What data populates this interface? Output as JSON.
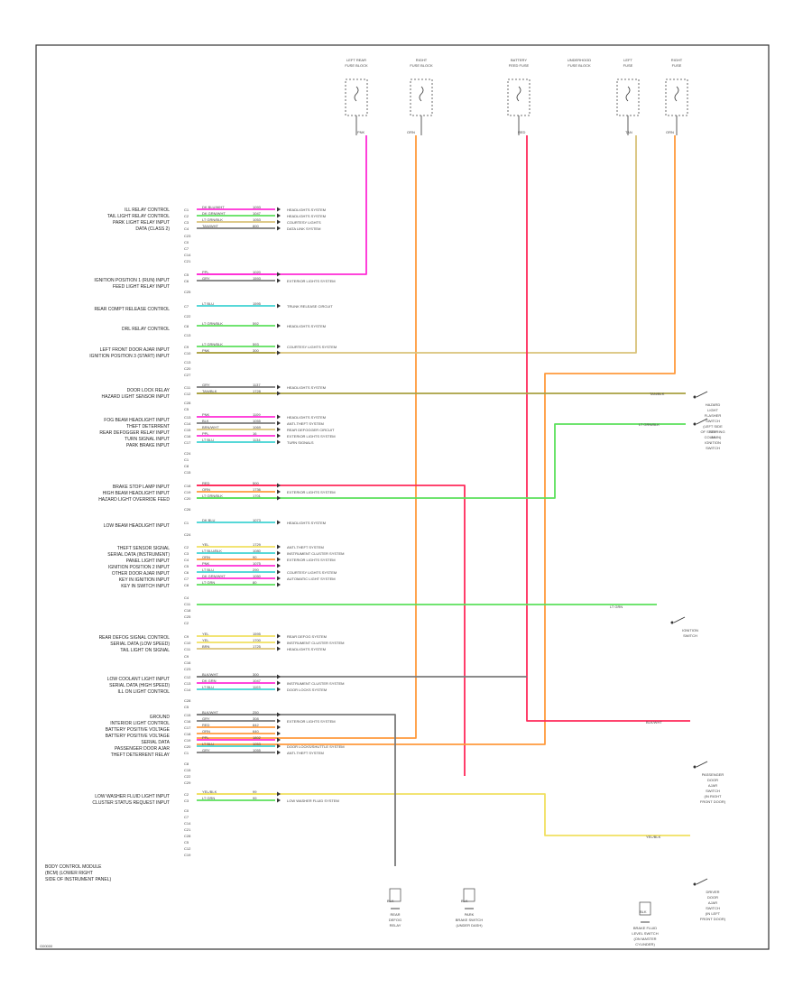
{
  "diagram": {
    "module_label": [
      "BODY CONTROL MODULE",
      "(BCM) (LOWER RIGHT",
      "SIDE OF INSTRUMENT PANEL)"
    ],
    "footer_code": "G00000",
    "colors": {
      "pink": "#ff2bd6",
      "orange": "#ff9a3c",
      "red": "#ff2a5a",
      "tan": "#d9c27a",
      "green": "#5be05b",
      "yellow": "#f0e060",
      "gray": "#7a7a7a",
      "cyan": "#3fd3d3",
      "olive": "#a8a040"
    },
    "top_components": [
      {
        "label": [
          "LEFT REAR",
          "FUSE BLOCK"
        ]
      },
      {
        "label": [
          "RIGHT",
          "FUSE BLOCK"
        ]
      },
      {
        "label": [
          "BATTERY",
          "FEED FUSE"
        ]
      },
      {
        "label": [
          "UNDERHOOD",
          "FUSE BLOCK"
        ]
      },
      {
        "label": [
          "LEFT",
          "FUSE"
        ]
      },
      {
        "label": [
          "RIGHT",
          "FUSE"
        ]
      }
    ],
    "left_labels": [
      "ILL RELAY CONTROL",
      "TAIL LIGHT RELAY CONTROL",
      "PARK LIGHT RELAY INPUT",
      "DATA (CLASS 2)",
      "IGNITION POSITION 1 (RUN) INPUT",
      "FEED LIGHT RELAY INPUT",
      "REAR COMPT RELEASE CONTROL",
      "DRL RELAY CONTROL",
      "LEFT FRONT DOOR AJAR INPUT",
      "IGNITION POSITION 3 (START) INPUT",
      "DOOR LOCK RELAY",
      "HAZARD LIGHT SENSOR INPUT",
      "FOG BEAM HEADLIGHT INPUT",
      "THEFT DETERRENT",
      "REAR DEFOGGER RELAY INPUT",
      "TURN SIGNAL INPUT",
      "PARK BRAKE INPUT",
      "BRAKE STOP LAMP INPUT",
      "HIGH BEAM HEADLIGHT INPUT",
      "HAZARD LIGHT OVERRIDE FEED",
      "LOW BEAM HEADLIGHT INPUT",
      "THEFT SENSOR SIGNAL",
      "SERIAL DATA (INSTRUMENT)",
      "PANEL LIGHT INPUT",
      "IGNITION POSITION 2 INPUT",
      "OTHER DOOR AJAR INPUT",
      "KEY IN IGNITION INPUT",
      "KEY IN SWITCH INPUT",
      "REAR DEFOG SIGNAL CONTROL",
      "SERIAL DATA (LOW SPEED)",
      "TAIL LIGHT ON SIGNAL",
      "LOW COOLANT LIGHT INPUT",
      "SERIAL DATA (HIGH SPEED)",
      "ILL ON LIGHT CONTROL",
      "GROUND",
      "INTERIOR LIGHT CONTROL",
      "BATTERY POSITIVE VOLTAGE",
      "BATTERY POSITIVE VOLTAGE",
      "SERIAL DATA",
      "PASSENGER DOOR AJAR",
      "THEFT DETERRENT RELAY",
      "LOW WASHER FLUID LIGHT INPUT",
      "CLUSTER STATUS REQUEST INPUT"
    ],
    "pin_rows": [
      {
        "wire": "DK BLU/WHT",
        "circ": "1093",
        "dest": "HEADLIGHTS SYSTEM",
        "color": "pink"
      },
      {
        "wire": "DK GRN/WHT",
        "circ": "1047",
        "dest": "HEADLIGHTS SYSTEM",
        "color": "green"
      },
      {
        "wire": "LT GRN/BLK",
        "circ": "1053",
        "dest": "COURTESY LIGHTS",
        "color": "tan"
      },
      {
        "wire": "TAN/WHT",
        "circ": "800",
        "dest": "DATA LINK SYSTEM",
        "color": "gray"
      },
      {
        "wire": "PPL",
        "circ": "1020",
        "dest": "",
        "color": "pink"
      },
      {
        "wire": "GRY",
        "circ": "1593",
        "dest": "EXTERIOR LIGHTS SYSTEM",
        "color": "gray"
      },
      {
        "wire": "LT BLU",
        "circ": "1595",
        "dest": "TRUNK RELEASE CIRCUIT",
        "color": "cyan"
      },
      {
        "wire": "LT GRN/BLK",
        "circ": "592",
        "dest": "HEADLIGHTS SYSTEM",
        "color": "green"
      },
      {
        "wire": "LT GRN/BLK",
        "circ": "593",
        "dest": "COURTESY LIGHTS SYSTEM",
        "color": "green"
      },
      {
        "wire": "PNK",
        "circ": "300",
        "dest": "",
        "color": "olive"
      },
      {
        "wire": "GRY",
        "circ": "1137",
        "dest": "HEADLIGHTS SYSTEM",
        "color": "gray"
      },
      {
        "wire": "TAN/BLK",
        "circ": "1728",
        "dest": "",
        "color": "olive"
      },
      {
        "wire": "PNK",
        "circ": "1109",
        "dest": "HEADLIGHTS SYSTEM",
        "color": "pink"
      },
      {
        "wire": "BLK",
        "circ": "1055",
        "dest": "ANTI-THEFT SYSTEM",
        "color": "gray"
      },
      {
        "wire": "BRN/WHT",
        "circ": "1069",
        "dest": "REAR DEFOGGER CIRCUIT",
        "color": "tan"
      },
      {
        "wire": "PPL",
        "circ": "16",
        "dest": "EXTERIOR LIGHTS SYSTEM",
        "color": "pink"
      },
      {
        "wire": "LT BLU",
        "circ": "1134",
        "dest": "TURN SIGNALS",
        "color": "cyan"
      },
      {
        "wire": "RED",
        "circ": "500",
        "dest": "",
        "color": "red"
      },
      {
        "wire": "ORN",
        "circ": "1736",
        "dest": "EXTERIOR LIGHTS SYSTEM",
        "color": "orange"
      },
      {
        "wire": "LT GRN/BLK",
        "circ": "1701",
        "dest": "",
        "color": "green"
      },
      {
        "wire": "DK BLU",
        "circ": "1073",
        "dest": "HEADLIGHTS SYSTEM",
        "color": "cyan"
      },
      {
        "wire": "YEL",
        "circ": "1729",
        "dest": "ANTI-THEFT SYSTEM",
        "color": "yellow"
      },
      {
        "wire": "LT BLU/BLK",
        "circ": "1080",
        "dest": "INSTRUMENT CLUSTER SYSTEM",
        "color": "cyan"
      },
      {
        "wire": "ORN",
        "circ": "90",
        "dest": "EXTERIOR LIGHTS SYSTEM",
        "color": "orange"
      },
      {
        "wire": "PNK",
        "circ": "1075",
        "dest": "",
        "color": "pink"
      },
      {
        "wire": "LT BLU",
        "circ": "290",
        "dest": "COURTESY LIGHTS SYSTEM",
        "color": "cyan"
      },
      {
        "wire": "DK GRN/WHT",
        "circ": "1050",
        "dest": "AUTOMATIC LIGHT SYSTEM",
        "color": "pink"
      },
      {
        "wire": "LT GRN",
        "circ": "80",
        "dest": "",
        "color": "green"
      },
      {
        "wire": "YEL",
        "circ": "1595",
        "dest": "REAR DEFOG SYSTEM",
        "color": "yellow"
      },
      {
        "wire": "YEL",
        "circ": "1700",
        "dest": "INSTRUMENT CLUSTER SYSTEM",
        "color": "yellow"
      },
      {
        "wire": "BRN",
        "circ": "1725",
        "dest": "HEADLIGHTS SYSTEM",
        "color": "tan"
      },
      {
        "wire": "BLK/WHT",
        "circ": "300",
        "dest": "",
        "color": "gray"
      },
      {
        "wire": "DK GRN",
        "circ": "1047",
        "dest": "INSTRUMENT CLUSTER SYSTEM",
        "color": "pink"
      },
      {
        "wire": "LT BLU",
        "circ": "1103",
        "dest": "DOOR LOCKS SYSTEM",
        "color": "cyan"
      },
      {
        "wire": "BLK/WHT",
        "circ": "250",
        "dest": "",
        "color": "gray"
      },
      {
        "wire": "GRY",
        "circ": "308",
        "dest": "EXTERIOR LIGHTS SYSTEM",
        "color": "gray"
      },
      {
        "wire": "RED",
        "circ": "842",
        "dest": "",
        "color": "orange"
      },
      {
        "wire": "ORN",
        "circ": "640",
        "dest": "",
        "color": "orange"
      },
      {
        "wire": "PPL",
        "circ": "1802",
        "dest": "",
        "color": "pink"
      },
      {
        "wire": "LT BLU",
        "circ": "1053",
        "dest": "DOOR LOCKS/SHUTTLE SYSTEM",
        "color": "cyan"
      },
      {
        "wire": "GRY",
        "circ": "1055",
        "dest": "ANTI-THEFT SYSTEM",
        "color": "gray"
      },
      {
        "wire": "YEL/BLK",
        "circ": "99",
        "dest": "",
        "color": "yellow"
      },
      {
        "wire": "LT GRN",
        "circ": "99",
        "dest": "LOW WASHER FLUID SYSTEM",
        "color": "green"
      }
    ],
    "right_components": [
      {
        "label": [
          "HAZARD",
          "LIGHT",
          "FLASHER",
          "SWITCH",
          "(LEFT SIDE",
          "OF STEERING",
          "COLUMN)"
        ]
      },
      {
        "label": [
          "KEY",
          "IN",
          "IGNITION",
          "SWITCH"
        ]
      },
      {
        "label": [
          "IGNITION",
          "SWITCH"
        ]
      },
      {
        "label": [
          "PASSENGER",
          "DOOR",
          "AJAR",
          "SWITCH",
          "(IN RIGHT",
          "FRONT DOOR)"
        ]
      },
      {
        "label": [
          "DRIVER",
          "DOOR",
          "AJAR",
          "SWITCH",
          "(IN LEFT",
          "FRONT DOOR)"
        ]
      }
    ],
    "bottom_components": [
      {
        "label": [
          "REAR",
          "DEFOG",
          "RELAY"
        ]
      },
      {
        "label": [
          "PARK",
          "BRAKE SWITCH",
          "(UNDER DASH)"
        ]
      },
      {
        "label": [
          "BRAKE FLUID",
          "LEVEL SWITCH",
          "(ON MASTER",
          "CYLINDER)"
        ]
      }
    ],
    "wire_tags": [
      "PNK",
      "ORN",
      "RED",
      "TAN",
      "ORN",
      "TAN/BLK",
      "LT GRN/BLK",
      "LT GRN",
      "BLK/WHT",
      "YEL/BLK",
      "BLK",
      "BLK",
      "BLK"
    ]
  }
}
